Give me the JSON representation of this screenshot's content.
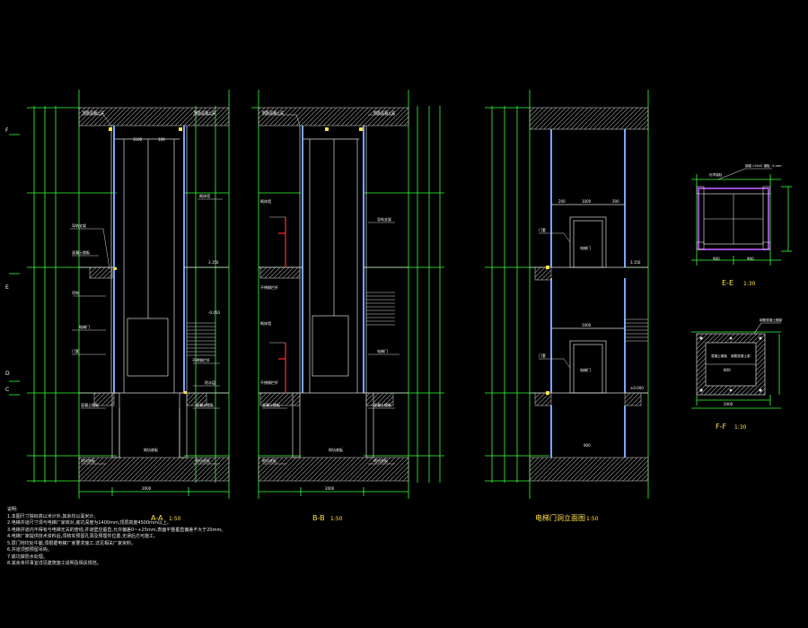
{
  "colors": {
    "background": "#000000",
    "grid_line": "#38ff38",
    "wall": "#7aa7ff",
    "text": "#ffffff",
    "title": "#ffe14d",
    "rail": "#ff3030",
    "purple": "#c060ff",
    "hatch": "#bdbdbd"
  },
  "sections": {
    "a": {
      "title": "A-A",
      "scale": "1:50"
    },
    "b": {
      "title": "B-B",
      "scale": "1:50"
    },
    "elevation": {
      "title": "电梯门洞立面图",
      "scale": "1:50"
    },
    "e": {
      "title": "E-E",
      "scale": "1:30"
    },
    "f": {
      "title": "F-F",
      "scale": "1:30"
    }
  },
  "axis_labels": [
    "F",
    "E",
    "D",
    "C"
  ],
  "dims": {
    "bottom_width": "2000",
    "top_dim_1": "1100",
    "top_dim_2": "100",
    "elev_width_1": "1000",
    "elev_width_2": "900",
    "elev_side": "200",
    "e_left": "900",
    "e_right": "900",
    "f_mid": "800",
    "level_1": "3.150",
    "level_2": "-0.050",
    "level_3": "±0.000"
  },
  "annotations": {
    "pit": "地坑底板",
    "slab": "混凝土楼板",
    "beam": "钢筋混凝土梁",
    "guide": "导轨支架",
    "door": "电梯门",
    "rail": "不锈钢栏杆",
    "wall": "砌体墙",
    "waterproof": "防水层",
    "hanger": "吊钩",
    "frame": "门套",
    "e_note_1": "钢梁 L50x5 钢板 -5 mm",
    "e_note_2": "化学锚栓",
    "f_note": "钢筋混凝土圈梁"
  },
  "notes": {
    "heading": "说明:",
    "lines": [
      "1.本图尺寸除标高以米计外,其余均以毫米计。",
      "2.电梯井道尺寸须与电梯厂家核对,底坑深度为1400mm,顶层高度4500mm以上。",
      "3.电梯井道内不得有与电梯无关的管线,井道壁应垂直,允许偏差0~+25mm,表面平整垂直偏差不大于20mm。",
      "4.电梯厂家提供技术资料后,须核实预留孔洞及预埋件位置,无误后方可施工。",
      "5.层门地坎处牛腿,须根据电梯厂家要求施工,详见相关厂家资料。",
      "6.井道顶部预留吊钩。",
      "7.底坑做防水处理。",
      "8.其余未尽事宜详见建筑施工说明及相关规范。"
    ]
  }
}
